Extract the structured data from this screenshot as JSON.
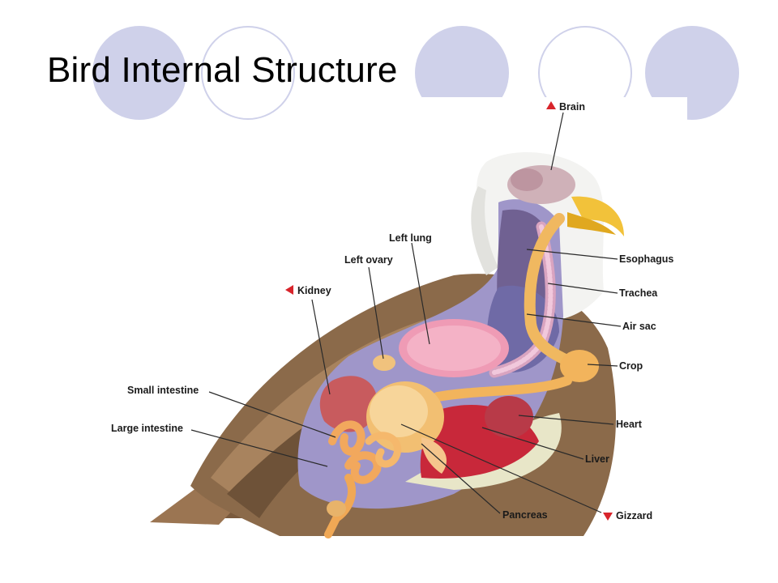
{
  "slide": {
    "title": "Bird Internal Structure",
    "accent_color": "#cfd1ea"
  },
  "diagram": {
    "labels": {
      "brain": "Brain",
      "left_lung": "Left lung",
      "left_ovary": "Left ovary",
      "kidney": "Kidney",
      "esophagus": "Esophagus",
      "trachea": "Trachea",
      "air_sac": "Air sac",
      "crop": "Crop",
      "small_intestine": "Small intestine",
      "large_intestine": "Large intestine",
      "heart": "Heart",
      "liver": "Liver",
      "pancreas": "Pancreas",
      "gizzard": "Gizzard"
    },
    "marker_color": "#d8242b"
  }
}
